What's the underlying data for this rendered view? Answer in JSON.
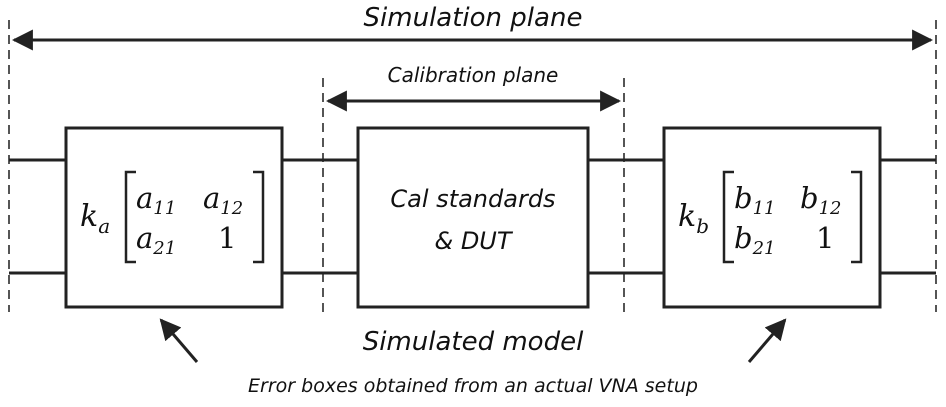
{
  "labels": {
    "simulation_plane": "Simulation plane",
    "calibration_plane": "Calibration plane",
    "simulated_model": "Simulated model",
    "error_boxes_note": "Error boxes obtained from an actual VNA setup"
  },
  "boxes": {
    "center": {
      "line1": "Cal standards",
      "line2": "& DUT"
    },
    "left": {
      "k": "k",
      "k_sub": "a",
      "m11": "a",
      "m11_sub": "11",
      "m12": "a",
      "m12_sub": "12",
      "m21": "a",
      "m21_sub": "21",
      "m22": "1"
    },
    "right": {
      "k": "k",
      "k_sub": "b",
      "m11": "b",
      "m11_sub": "11",
      "m12": "b",
      "m12_sub": "12",
      "m21": "b",
      "m21_sub": "21",
      "m22": "1"
    }
  },
  "colors": {
    "line": "#222222",
    "dash": "#555555",
    "text": "#111111"
  }
}
